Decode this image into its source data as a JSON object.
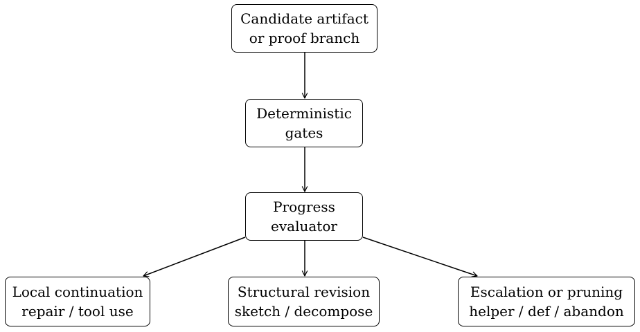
{
  "nodes": {
    "candidate": {
      "lines": [
        "Candidate artifact",
        "or proof branch"
      ]
    },
    "gates": {
      "lines": [
        "Deterministic",
        "gates"
      ]
    },
    "progress": {
      "lines": [
        "Progress",
        "evaluator"
      ]
    },
    "local": {
      "lines": [
        "Local continuation",
        "repair / tool use"
      ]
    },
    "structural": {
      "lines": [
        "Structural revision",
        "sketch / decompose"
      ]
    },
    "escalation": {
      "lines": [
        "Escalation or pruning",
        "helper / def / abandon"
      ]
    }
  },
  "edges": [
    {
      "from": "candidate",
      "to": "gates"
    },
    {
      "from": "gates",
      "to": "progress"
    },
    {
      "from": "progress",
      "to": "local"
    },
    {
      "from": "progress",
      "to": "structural"
    },
    {
      "from": "progress",
      "to": "escalation"
    }
  ]
}
